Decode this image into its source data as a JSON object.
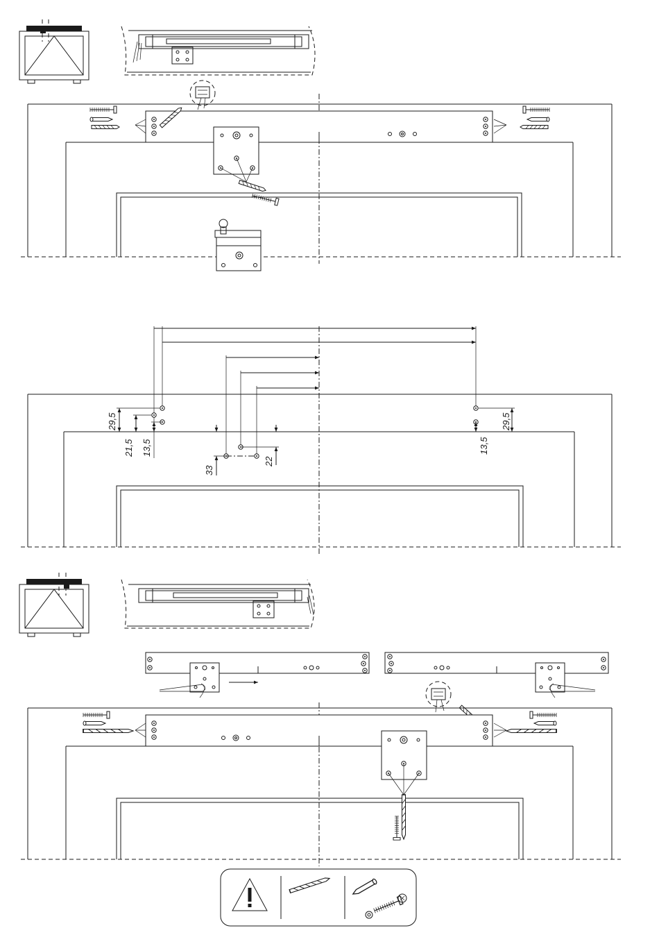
{
  "dimensions": {
    "left_29_5": "29,5",
    "left_21_5": "21,5",
    "left_13_5": "13,5",
    "mid_33": "33",
    "mid_22": "22",
    "right_13_5": "13,5",
    "right_29_5": "29,5"
  },
  "icons": {
    "warning": "warning-triangle-icon",
    "drill": "drill-bit-icon",
    "screws": "screw-and-plug-icon"
  },
  "colors": {
    "line": "#1a1a1a",
    "background": "#ffffff"
  }
}
